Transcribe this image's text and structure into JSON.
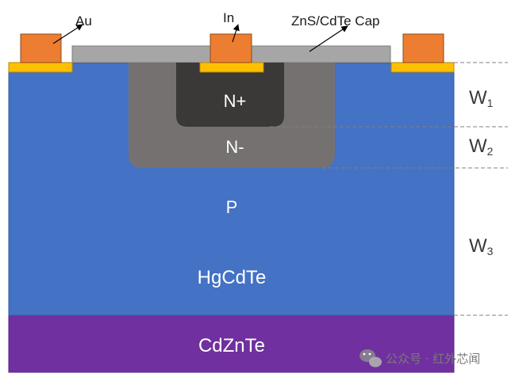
{
  "labels": {
    "au": "Au",
    "in": "In",
    "cap": "ZnS/CdTe Cap",
    "n_plus": "N+",
    "n_minus": "N-",
    "p": "P",
    "hgcdte": "HgCdTe",
    "cdznte": "CdZnTe"
  },
  "dimensions": {
    "w1": {
      "base": "W",
      "sub": "1"
    },
    "w2": {
      "base": "W",
      "sub": "2"
    },
    "w3": {
      "base": "W",
      "sub": "3"
    }
  },
  "watermark": {
    "text": "公众号 · 红外芯闻"
  },
  "colors": {
    "absorber_blue": "#4472c4",
    "substrate_purple": "#7030a0",
    "n_minus_gray": "#767171",
    "n_plus_dark": "#3b3838",
    "contact_orange": "#ed7d31",
    "contact_base_gold": "#ffc000",
    "cap_gray": "#a6a6a6"
  }
}
